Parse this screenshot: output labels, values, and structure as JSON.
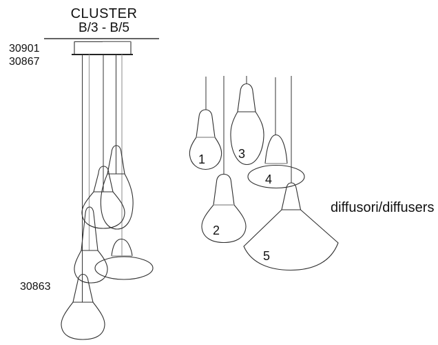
{
  "drawing": {
    "title_line1": "CLUSTER",
    "title_line2": "B/3 - B/5",
    "canopy_code_1": "30901",
    "canopy_code_2": "30867",
    "diffuser_code": "30863",
    "caption": "diffusori/diffusers",
    "diffusers": [
      {
        "number": "1"
      },
      {
        "number": "2"
      },
      {
        "number": "3"
      },
      {
        "number": "4"
      },
      {
        "number": "5"
      }
    ]
  },
  "colors": {
    "background": "#ffffff",
    "line": "#2e2e2e",
    "line_light": "#9e9e9e",
    "text": "#111111"
  }
}
